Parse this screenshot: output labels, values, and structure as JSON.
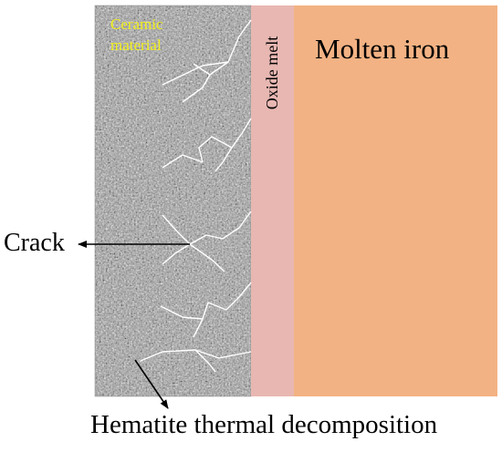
{
  "labels": {
    "ceramic_line1": "Ceramic",
    "ceramic_line2": "material",
    "oxide_melt": "Oxide melt",
    "molten_iron": "Molten iron",
    "crack": "Crack",
    "hematite": "Hematite thermal decomposition"
  },
  "colors": {
    "ceramic_label": "#f2f01c",
    "oxide_melt_layer": "#e8b7b2",
    "molten_iron_layer": "#f3b283",
    "crack_lines": "#ffffff",
    "arrows": "#000000"
  }
}
